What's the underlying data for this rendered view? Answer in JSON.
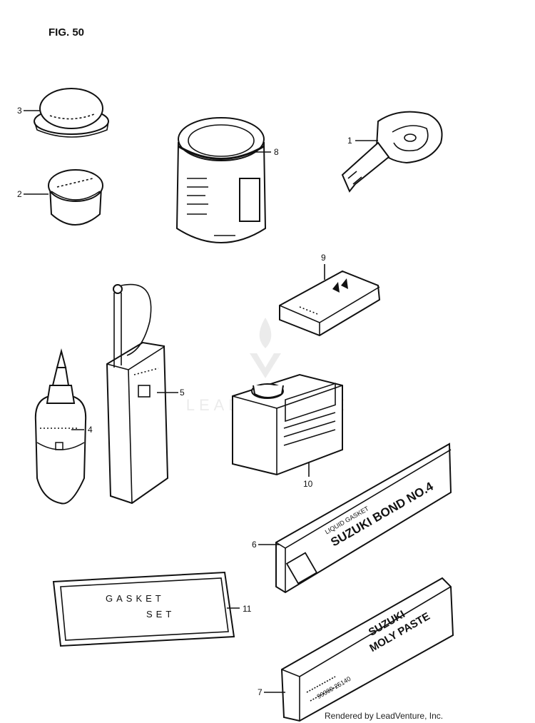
{
  "figure": {
    "title": "FIG. 50"
  },
  "callouts": [
    {
      "id": "1",
      "label": "1"
    },
    {
      "id": "2",
      "label": "2"
    },
    {
      "id": "3",
      "label": "3"
    },
    {
      "id": "4",
      "label": "4"
    },
    {
      "id": "5",
      "label": "5"
    },
    {
      "id": "6",
      "label": "6"
    },
    {
      "id": "7",
      "label": "7"
    },
    {
      "id": "8",
      "label": "8"
    },
    {
      "id": "9",
      "label": "9"
    },
    {
      "id": "10",
      "label": "10"
    },
    {
      "id": "11",
      "label": "11"
    }
  ],
  "packages": {
    "bond_line1": "LIQUID GASKET",
    "bond_line2": "SUZUKI BOND NO.4",
    "paste_line1": "SUZUKI",
    "paste_line2": "MOLY PASTE",
    "paste_part": "99000-25140",
    "gasket_line1": "GASKET",
    "gasket_line2": "SET"
  },
  "footer": {
    "text": "Rendered by LeadVenture, Inc."
  },
  "watermark": {
    "text": "LEADVENTURE"
  }
}
